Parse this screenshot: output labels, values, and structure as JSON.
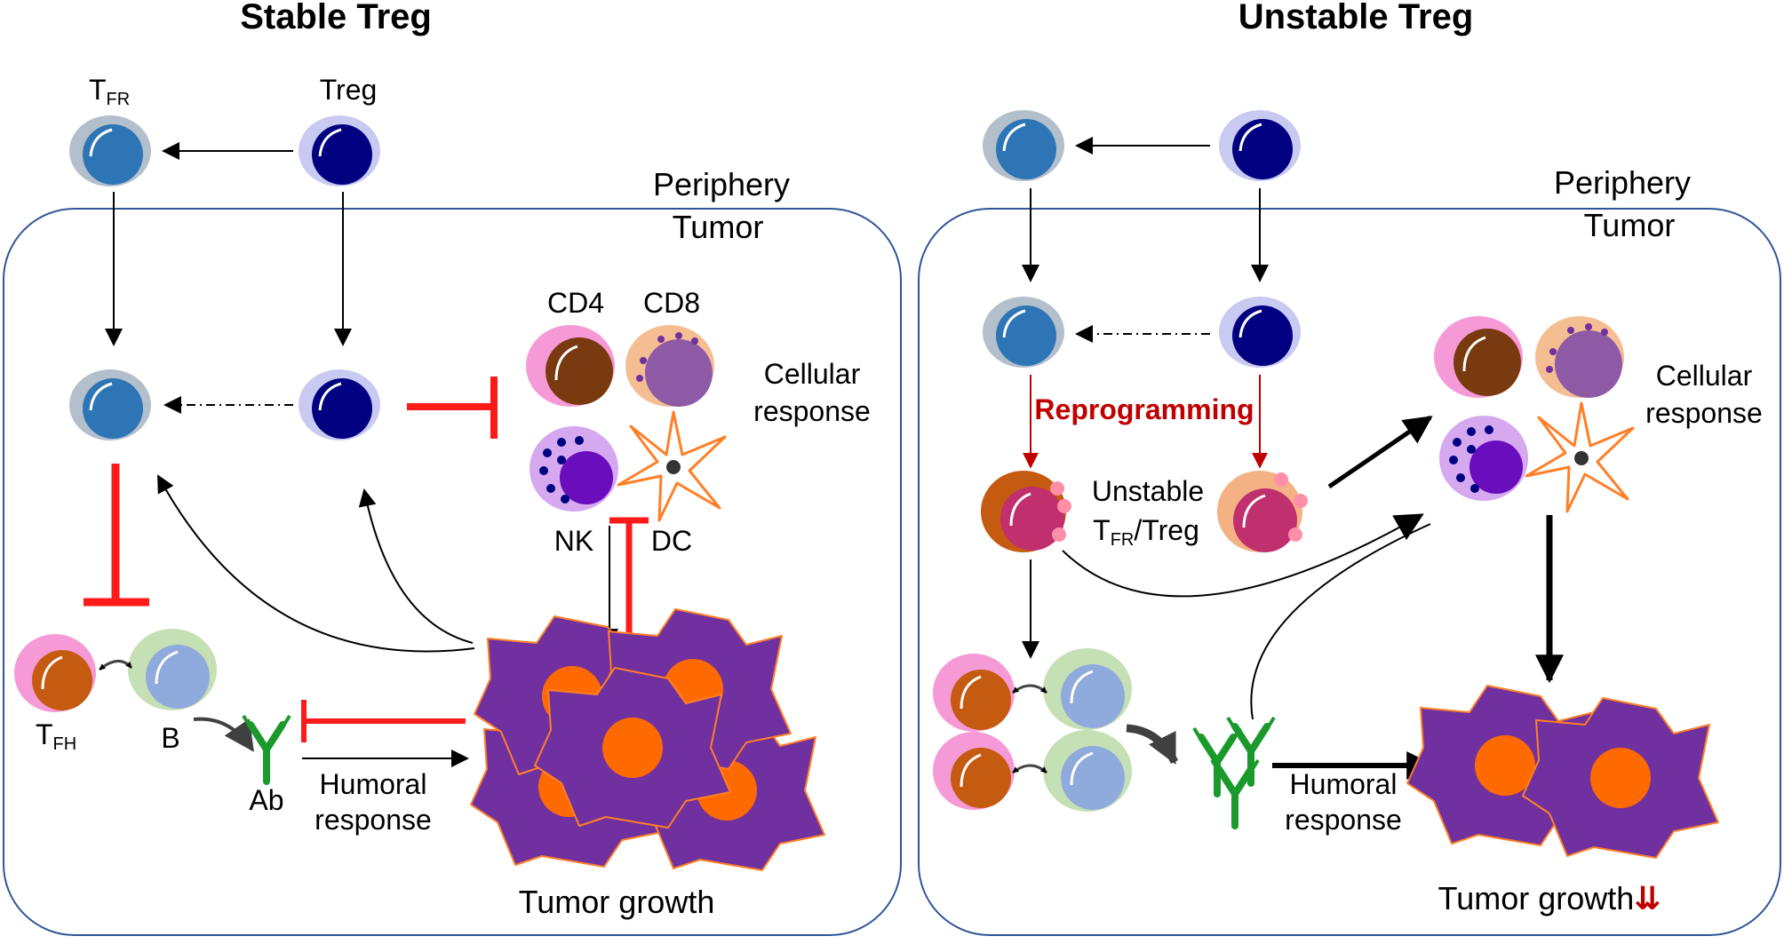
{
  "stable": {
    "title": "Stable Treg",
    "tfr_label_main": "T",
    "tfr_label_sub": "FR",
    "treg_label": "Treg",
    "periphery": "Periphery",
    "tumor": "Tumor",
    "cd4": "CD4",
    "cd8": "CD8",
    "cellular_1": "Cellular",
    "cellular_2": "response",
    "nk": "NK",
    "dc": "DC",
    "tfh_main": "T",
    "tfh_sub": "FH",
    "b": "B",
    "ab": "Ab",
    "humoral_1": "Humoral",
    "humoral_2": "response",
    "tumor_growth": "Tumor growth"
  },
  "unstable": {
    "title": "Unstable Treg",
    "periphery": "Periphery",
    "tumor": "Tumor",
    "reprogramming": "Reprogramming",
    "unstable_1": "Unstable",
    "unstable_2_main": "T",
    "unstable_2_sub": "FR",
    "unstable_2_tail": "/Treg",
    "cellular_1": "Cellular",
    "cellular_2": "response",
    "humoral_1": "Humoral",
    "humoral_2": "response",
    "tumor_growth": "Tumor growth",
    "decrease_mark": "⇊"
  },
  "colors": {
    "inhibit": "#ff1a1a",
    "reprogram": "#c00000",
    "tumor_cell": "#7030a0",
    "tumor_nucleus": "#ff6a00",
    "tfr_nucleus": "#2e75b6",
    "treg_nucleus": "#000080",
    "antibody": "#1a9a2a"
  }
}
